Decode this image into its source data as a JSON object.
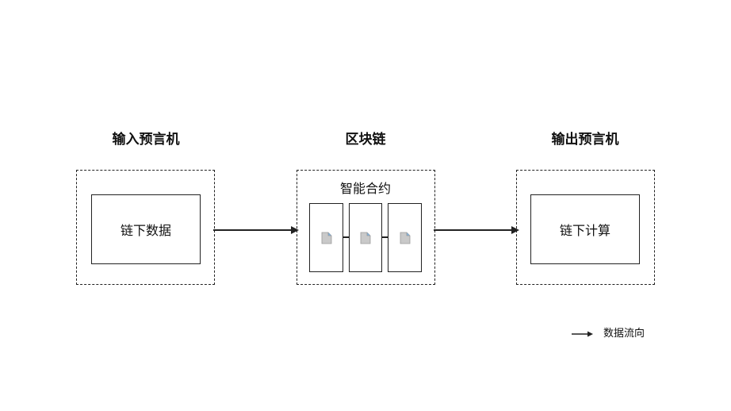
{
  "columns": {
    "input": {
      "heading": "输入预言机",
      "box_label": "链下数据"
    },
    "blockchain": {
      "heading": "区块链",
      "inner_label": "智能合约",
      "block_count": 3
    },
    "output": {
      "heading": "输出预言机",
      "box_label": "链下计算"
    }
  },
  "legend": {
    "label": "数据流向"
  },
  "icons": {
    "block_icon": "document-icon",
    "arrow_icon": "arrow-right-icon"
  },
  "colors": {
    "stroke": "#222222",
    "icon_page": "#c9c9c9",
    "icon_fold": "#7fb3e0"
  }
}
